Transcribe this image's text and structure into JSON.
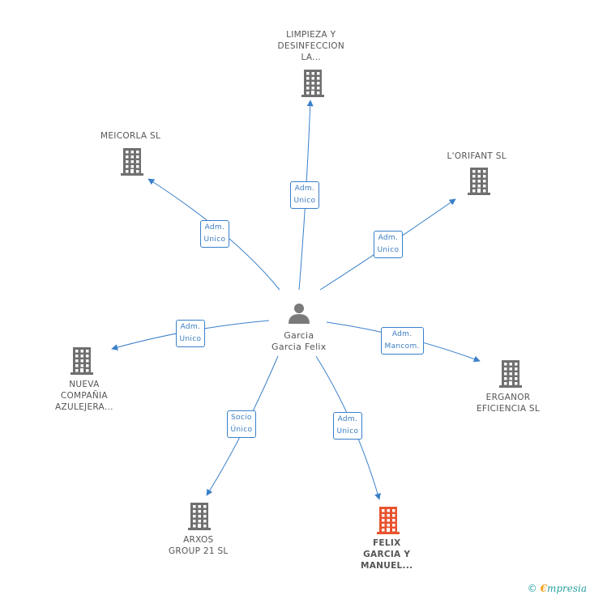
{
  "center": {
    "name": "Garcia\nGarcia Felix",
    "icon": "person-icon"
  },
  "companies": [
    {
      "id": "limpieza",
      "name": "LIMPIEZA Y\nDESINFECCION\nLA...",
      "role": "Adm.\nUnico",
      "icon": "building-icon"
    },
    {
      "id": "meicorla",
      "name": "MEICORLA SL",
      "role": "Adm.\nUnico",
      "icon": "building-icon"
    },
    {
      "id": "lorifant",
      "name": "L'ORIFANT SL",
      "role": "Adm.\nUnico",
      "icon": "building-icon"
    },
    {
      "id": "nueva",
      "name": "NUEVA\nCOMPAÑIA\nAZULEJERA...",
      "role": "Adm.\nUnico",
      "icon": "building-icon"
    },
    {
      "id": "erganor",
      "name": "ERGANOR\nEFICIENCIA SL",
      "role": "Adm.\nMancom.",
      "icon": "building-icon"
    },
    {
      "id": "arxos",
      "name": "ARXOS\nGROUP 21 SL",
      "role": "Socio\nÚnico",
      "icon": "building-icon"
    },
    {
      "id": "felix",
      "name": "FELIX\nGARCIA Y\nMANUEL...",
      "role": "Adm.\nUnico",
      "icon": "building-icon",
      "highlight": true
    }
  ],
  "colors": {
    "edge": "#3a80c9",
    "building": "#6f6f6f",
    "building_highlight": "#e8532f",
    "person": "#7a7a7a"
  },
  "footer": {
    "copyright": "©",
    "brand_first": "€",
    "brand_rest": "mpresia"
  }
}
